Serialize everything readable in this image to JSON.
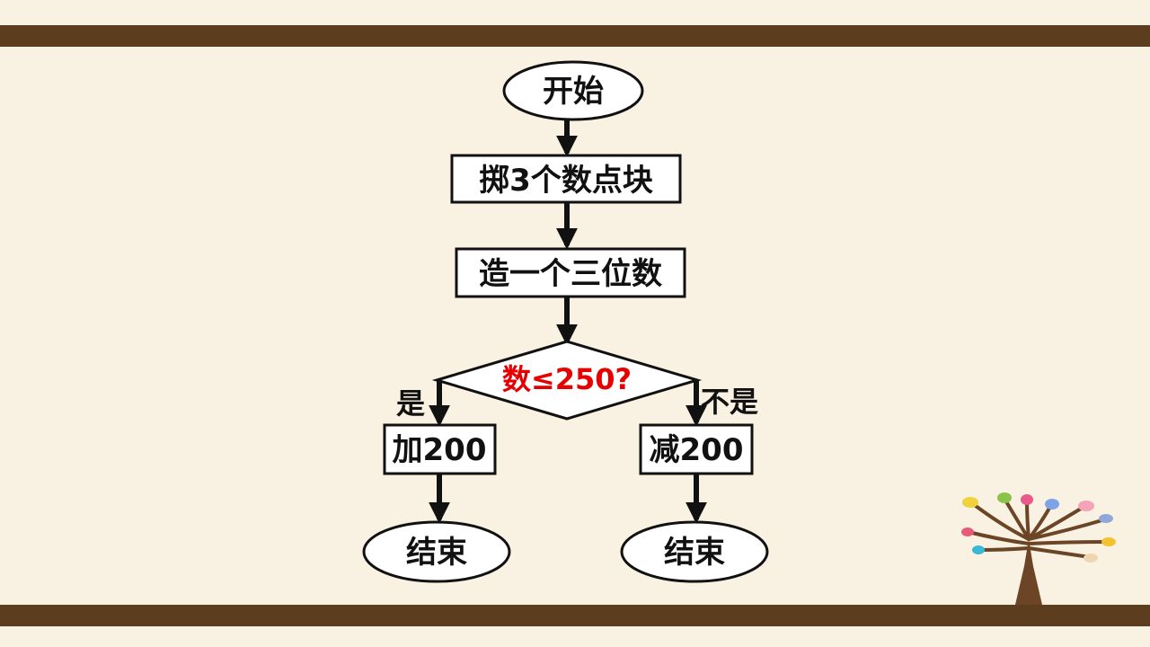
{
  "flowchart": {
    "start": "开始",
    "step1": "掷3个数点块",
    "step2": "造一个三位数",
    "condition": "数≤250?",
    "yes_label": "是",
    "no_label": "不是",
    "yes_action": "加200",
    "no_action": "减200",
    "end_left": "结束",
    "end_right": "结束"
  },
  "colors": {
    "background": "#f9f1e1",
    "band": "#5c3d1e",
    "condition_text": "#e60000",
    "stroke": "#111111"
  },
  "decoration": {
    "icon": "tree-icon"
  }
}
